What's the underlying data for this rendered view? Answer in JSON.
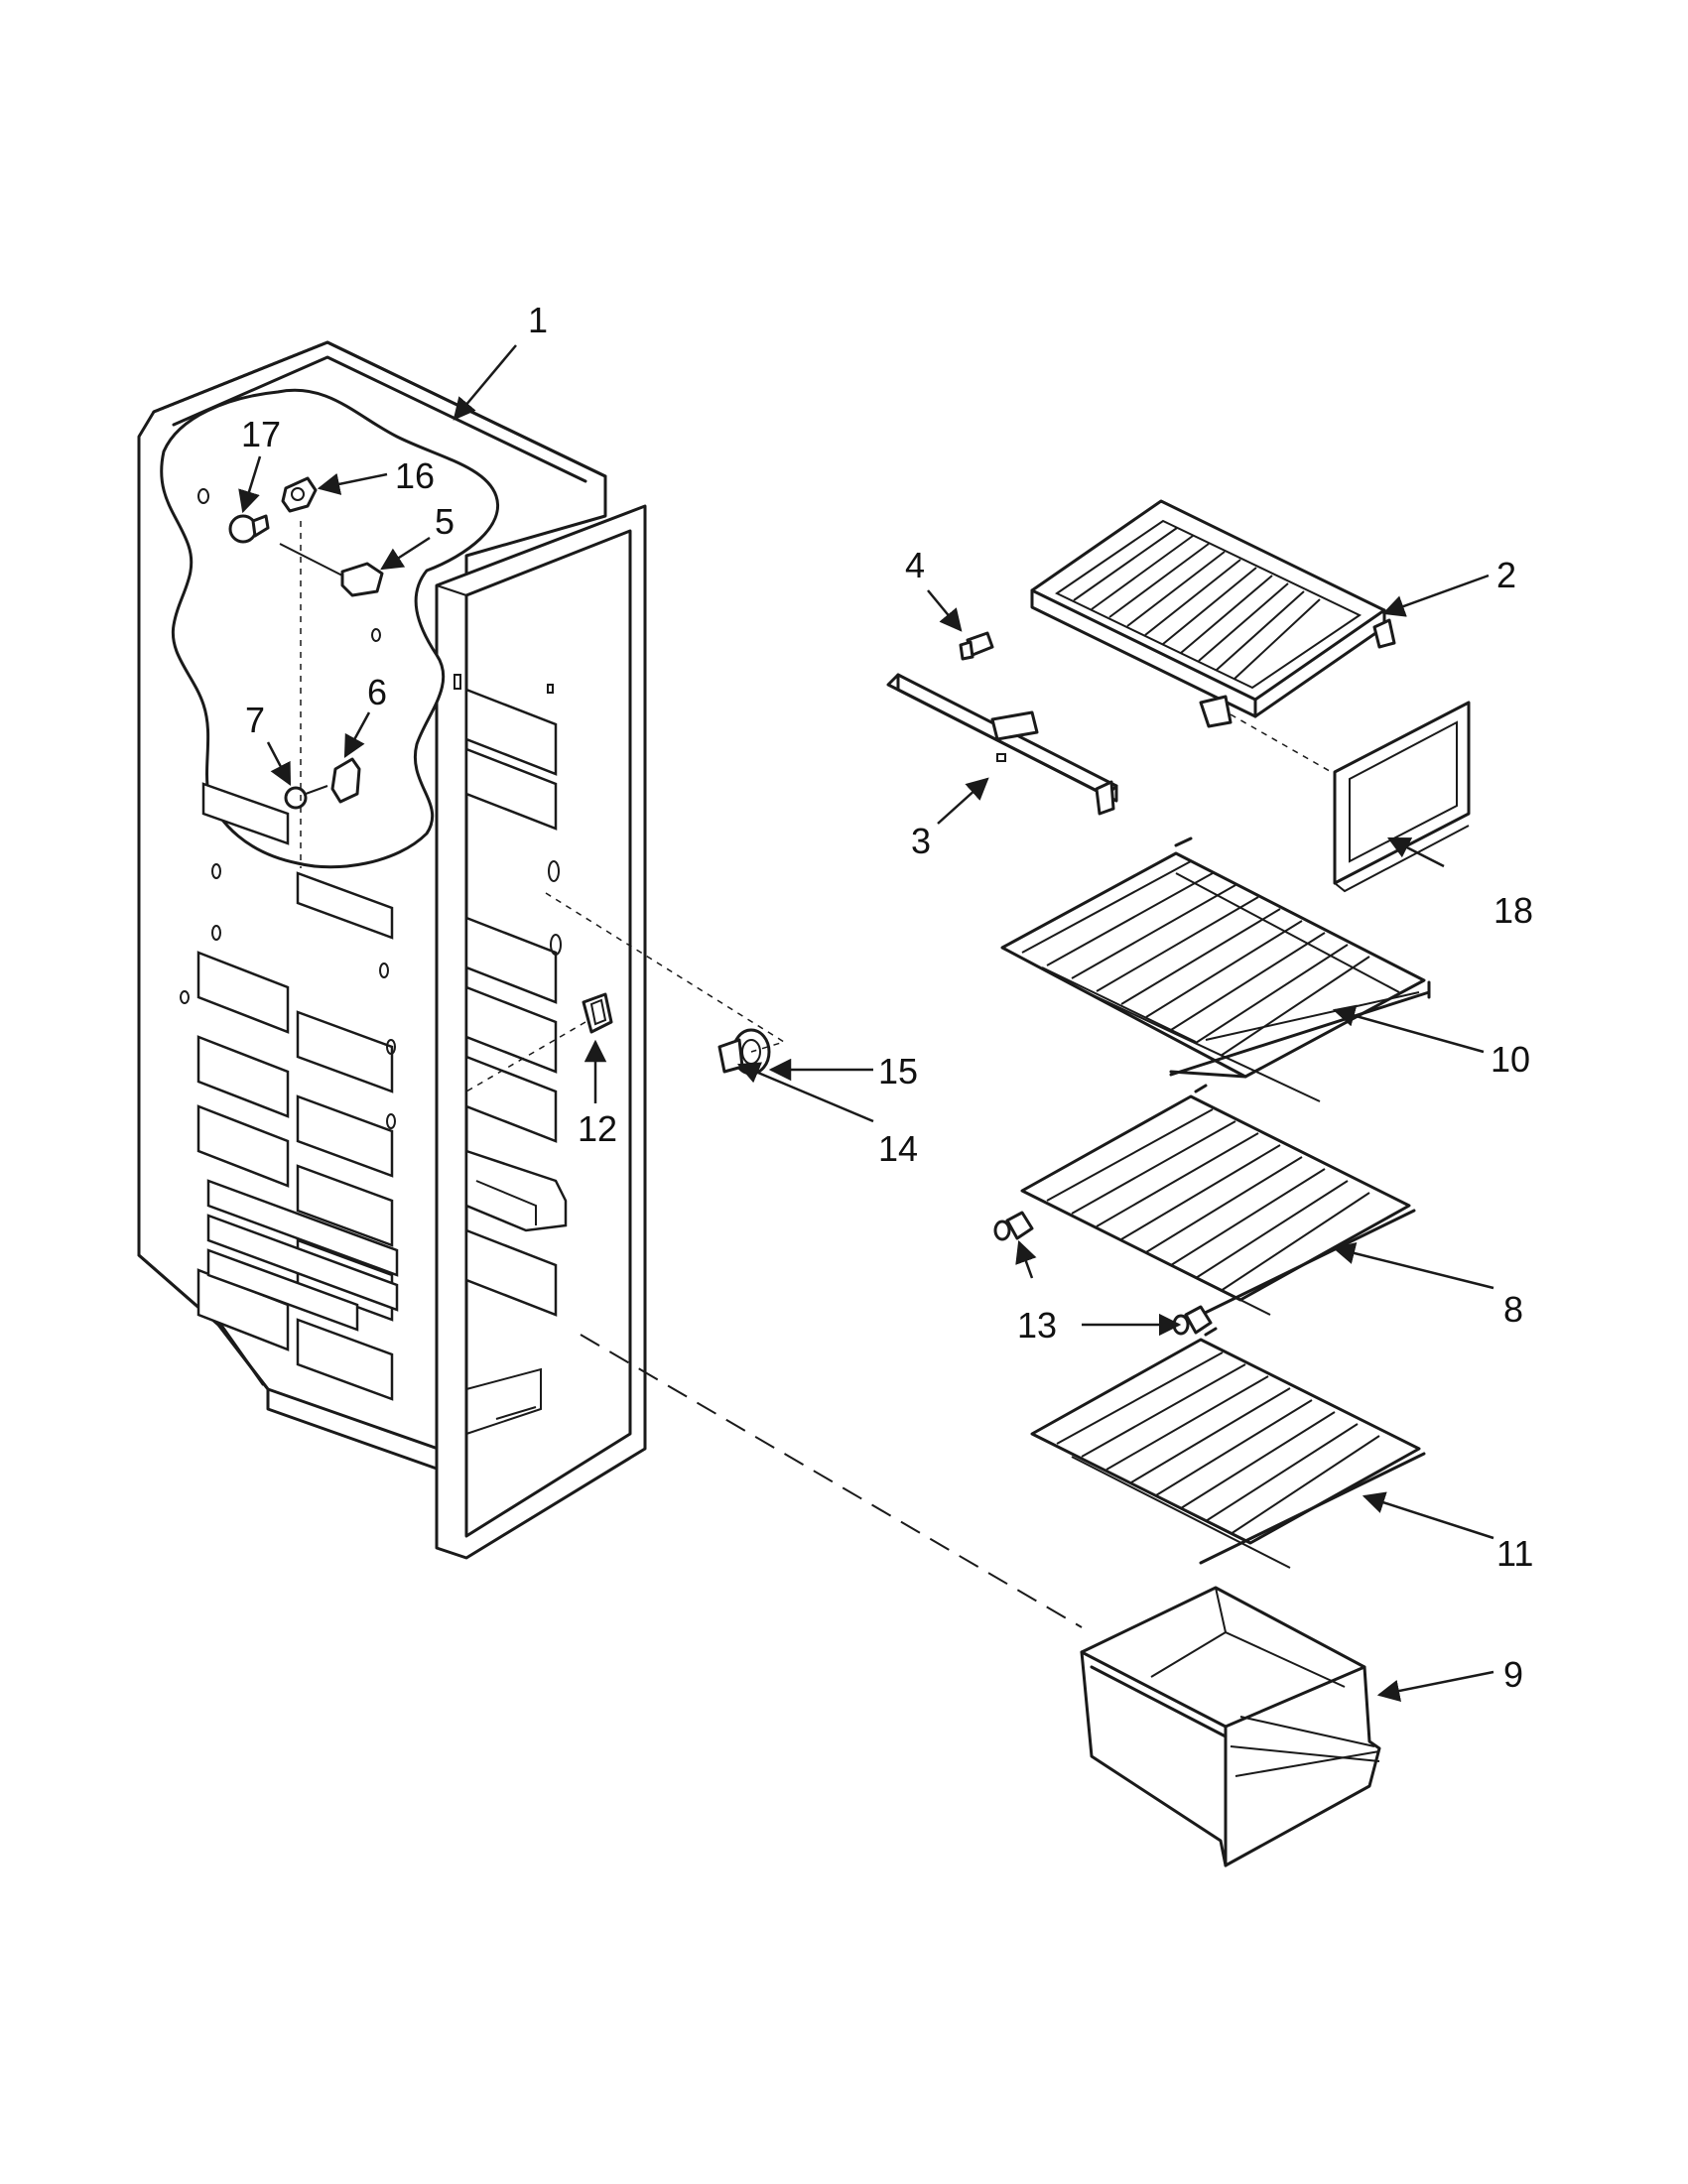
{
  "callouts": [
    {
      "id": "1",
      "label": "1"
    },
    {
      "id": "2",
      "label": "2"
    },
    {
      "id": "3",
      "label": "3"
    },
    {
      "id": "4",
      "label": "4"
    },
    {
      "id": "5",
      "label": "5"
    },
    {
      "id": "6",
      "label": "6"
    },
    {
      "id": "7",
      "label": "7"
    },
    {
      "id": "8",
      "label": "8"
    },
    {
      "id": "9",
      "label": "9"
    },
    {
      "id": "10",
      "label": "10"
    },
    {
      "id": "11",
      "label": "11"
    },
    {
      "id": "12",
      "label": "12"
    },
    {
      "id": "13",
      "label": "13"
    },
    {
      "id": "14",
      "label": "14"
    },
    {
      "id": "15",
      "label": "15"
    },
    {
      "id": "16",
      "label": "16"
    },
    {
      "id": "17",
      "label": "17"
    },
    {
      "id": "18",
      "label": "18"
    }
  ],
  "colors": {
    "line": "#1a1a1a",
    "background": "#ffffff"
  }
}
